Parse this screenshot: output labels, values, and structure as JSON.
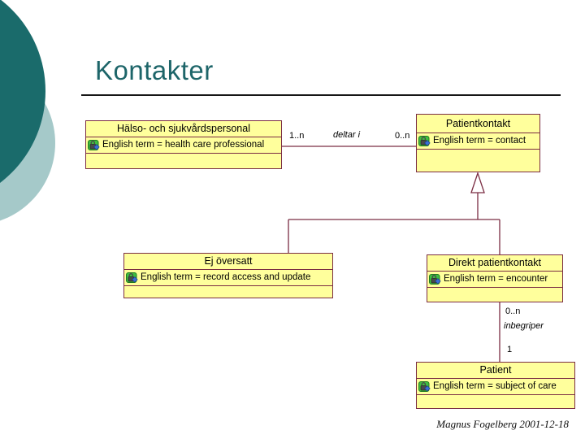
{
  "slide": {
    "title": "Kontakter",
    "footer": "Magnus Fogelberg 2001-12-18"
  },
  "colors": {
    "title_text": "#1d6569",
    "circle_dark": "#1a6b6b",
    "circle_light": "#a5c9c9",
    "box_fill": "#ffff9c",
    "box_border": "#7b2d43",
    "connector": "#7b2d43"
  },
  "icons": {
    "attribute": "green-lock-with-blue-diamond"
  },
  "diagram": {
    "classes": [
      {
        "name": "Hälso- och sjukvårdspersonal",
        "attribute": "English term = health care professional"
      },
      {
        "name": "Patientkontakt",
        "attribute": "English term = contact"
      },
      {
        "name": "Ej översatt",
        "attribute": "English term = record access and update"
      },
      {
        "name": "Direkt patientkontakt",
        "attribute": "English term = encounter"
      },
      {
        "name": "Patient",
        "attribute": "English term = subject of care"
      }
    ],
    "associations": [
      {
        "label": "deltar i",
        "from_multiplicity": "1..n",
        "to_multiplicity": "0..n"
      },
      {
        "label": "inbegriper",
        "from_multiplicity": "0..n",
        "to_multiplicity": "1"
      }
    ]
  }
}
